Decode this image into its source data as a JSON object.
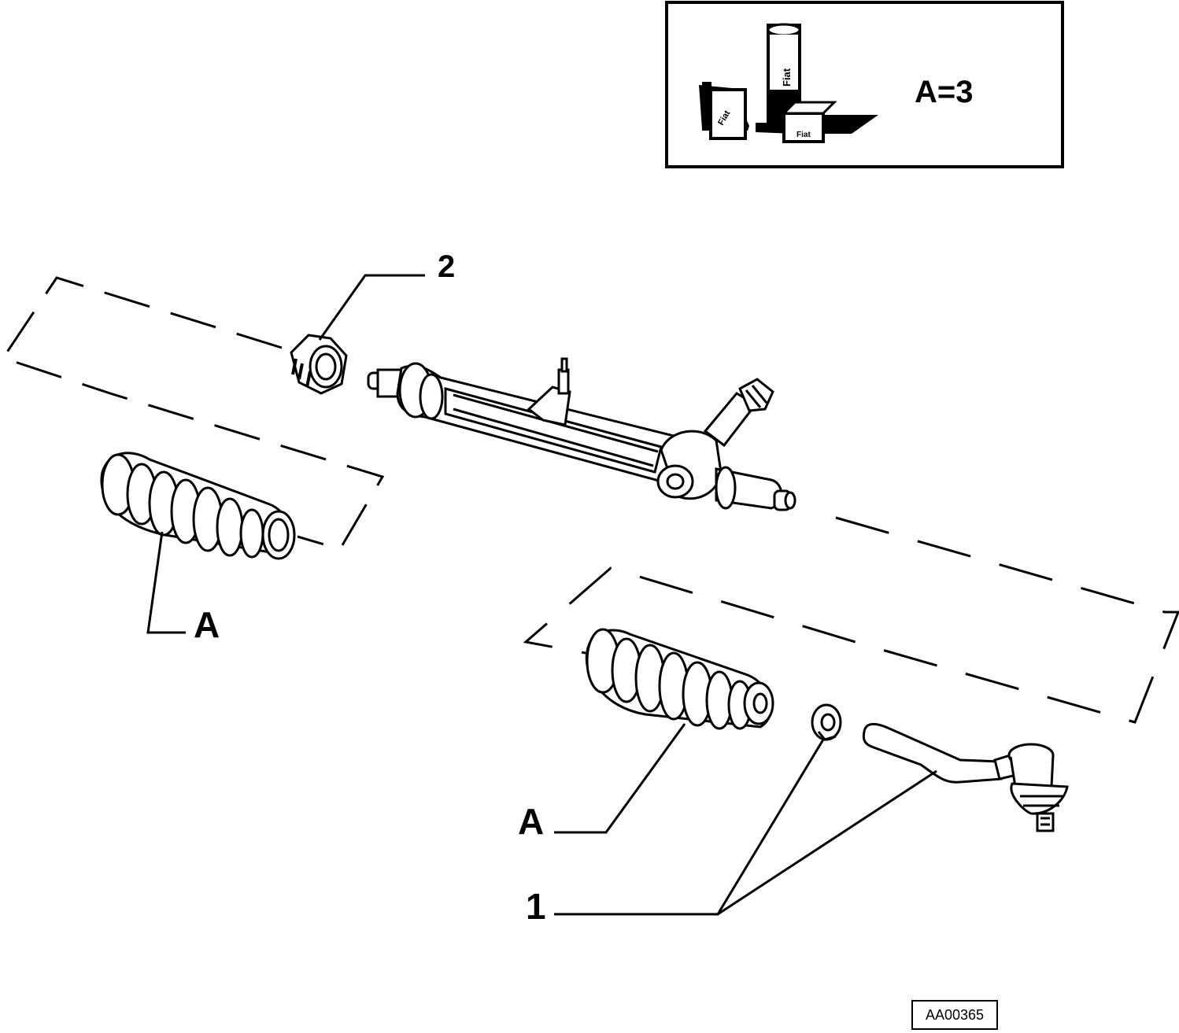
{
  "legend_box": {
    "fiat_small_left": "Fiat",
    "fiat_tube": "Fiat",
    "fiat_small_right": "Fiat",
    "quantity_text": "A=3"
  },
  "callouts": {
    "part_1": "1",
    "part_2": "2",
    "part_A_left": "A",
    "part_A_right": "A"
  },
  "reference_code": "AA00365"
}
